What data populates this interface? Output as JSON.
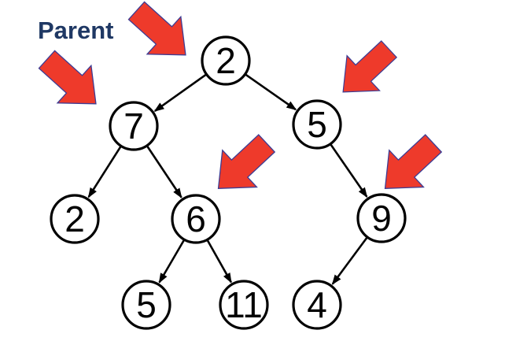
{
  "legend": {
    "parent_label": "Parent"
  },
  "colors": {
    "background": "#ffffff",
    "parent_label_text": "#1f3864",
    "highlight_arrow_fill": "#ee3a2b",
    "highlight_arrow_outline": "#3c3c94",
    "node_fill": "#ffffff",
    "node_border": "#000000",
    "node_text": "#000000",
    "edge": "#000000"
  },
  "tree": {
    "type": "binary-tree-diagram",
    "nodes": [
      {
        "id": "root",
        "label": "2",
        "highlighted_as_parent": true
      },
      {
        "id": "root-left",
        "label": "7",
        "highlighted_as_parent": true
      },
      {
        "id": "root-right",
        "label": "5",
        "highlighted_as_parent": true
      },
      {
        "id": "left-left",
        "label": "2",
        "highlighted_as_parent": false
      },
      {
        "id": "left-right",
        "label": "6",
        "highlighted_as_parent": true
      },
      {
        "id": "right-right",
        "label": "9",
        "highlighted_as_parent": true
      },
      {
        "id": "left-right-left",
        "label": "5",
        "highlighted_as_parent": false
      },
      {
        "id": "left-right-right",
        "label": "11",
        "highlighted_as_parent": false
      },
      {
        "id": "right-right-left",
        "label": "4",
        "highlighted_as_parent": false
      }
    ],
    "edges": [
      {
        "from": "root",
        "to": "root-left"
      },
      {
        "from": "root",
        "to": "root-right"
      },
      {
        "from": "root-left",
        "to": "left-left"
      },
      {
        "from": "root-left",
        "to": "left-right"
      },
      {
        "from": "root-right",
        "to": "right-right"
      },
      {
        "from": "left-right",
        "to": "left-right-left"
      },
      {
        "from": "left-right",
        "to": "left-right-right"
      },
      {
        "from": "right-right",
        "to": "right-right-left"
      }
    ],
    "highlight_arrows": [
      {
        "points_at": "root"
      },
      {
        "points_at": "root-left"
      },
      {
        "points_at": "root-right"
      },
      {
        "points_at": "left-right"
      },
      {
        "points_at": "right-right"
      }
    ]
  }
}
